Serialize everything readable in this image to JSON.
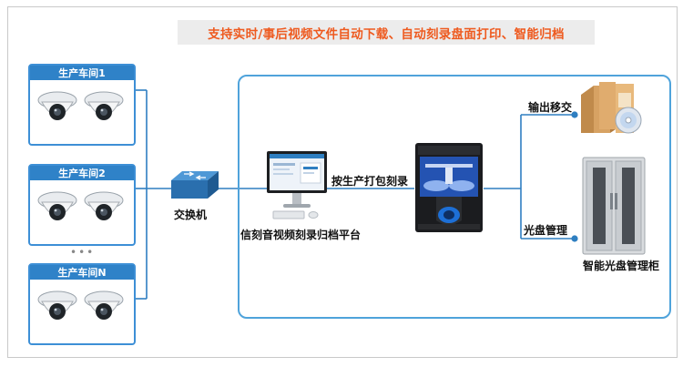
{
  "banner": "支持实时/事后视频文件自动下载、自动刻录盘面打印、智能归档",
  "workshops": [
    {
      "title": "生产车间1"
    },
    {
      "title": "生产车间2"
    },
    {
      "title": "生产车间N"
    }
  ],
  "ellipsis": "•••",
  "labels": {
    "switch": "交换机",
    "platform": "信刻音视频刻录归档平台",
    "burn": "按生产打包刻录",
    "output": "输出移交",
    "disc_mgmt": "光盘管理",
    "cabinet": "智能光盘管理柜"
  },
  "colors": {
    "accent_blue": "#3d8fd6",
    "title_orange": "#ee5a1f",
    "connector_blue": "#2f7fc1"
  }
}
